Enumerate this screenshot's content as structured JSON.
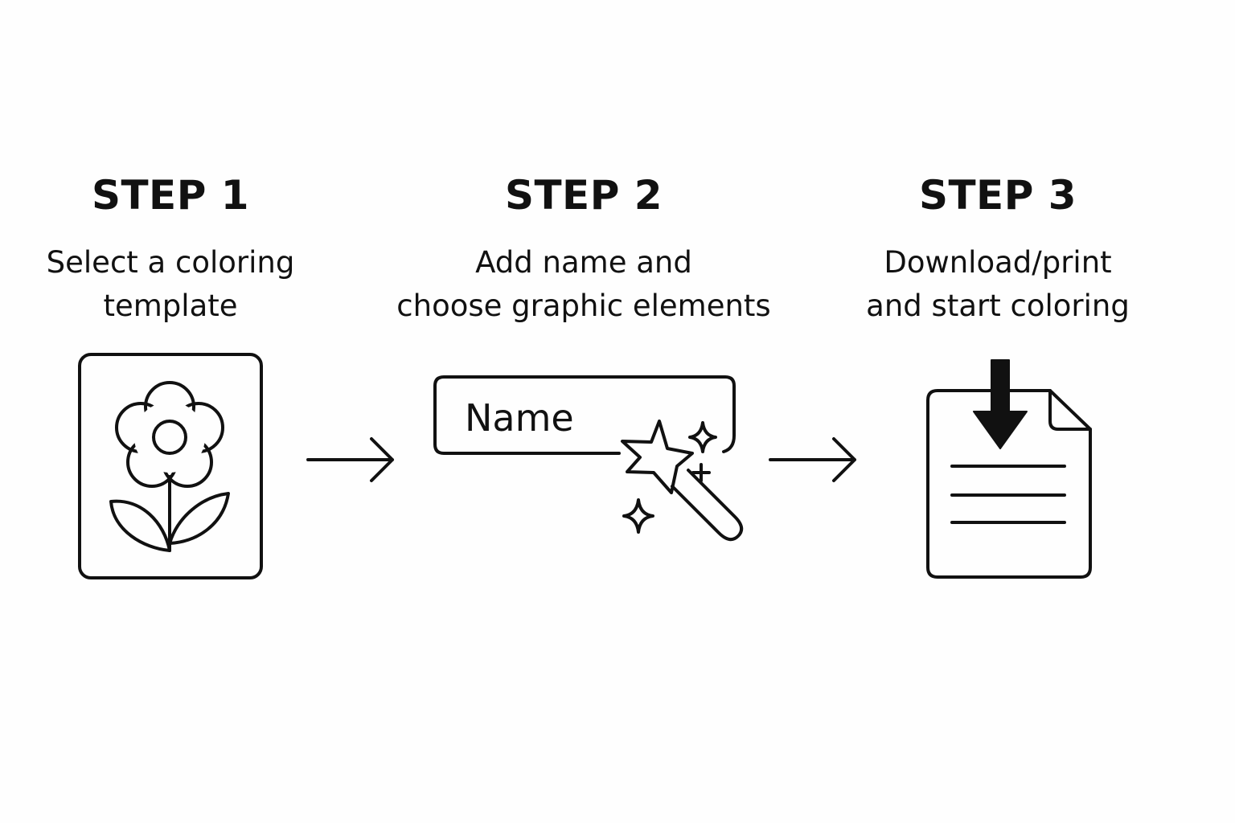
{
  "steps": [
    {
      "title": "STEP 1",
      "description_lines": [
        "Select a coloring",
        "template"
      ],
      "icon": "flower-template-icon"
    },
    {
      "title": "STEP 2",
      "description_lines": [
        "Add name and",
        "choose graphic elements"
      ],
      "icon": "magic-wand-icon",
      "name_field_text": "Name"
    },
    {
      "title": "STEP 3",
      "description_lines": [
        "Download/print",
        "and start coloring"
      ],
      "icon": "download-document-icon"
    }
  ],
  "connectors": [
    "arrow-right-icon",
    "arrow-right-icon"
  ],
  "colors": {
    "ink": "#111111",
    "background": "#fefefe"
  }
}
